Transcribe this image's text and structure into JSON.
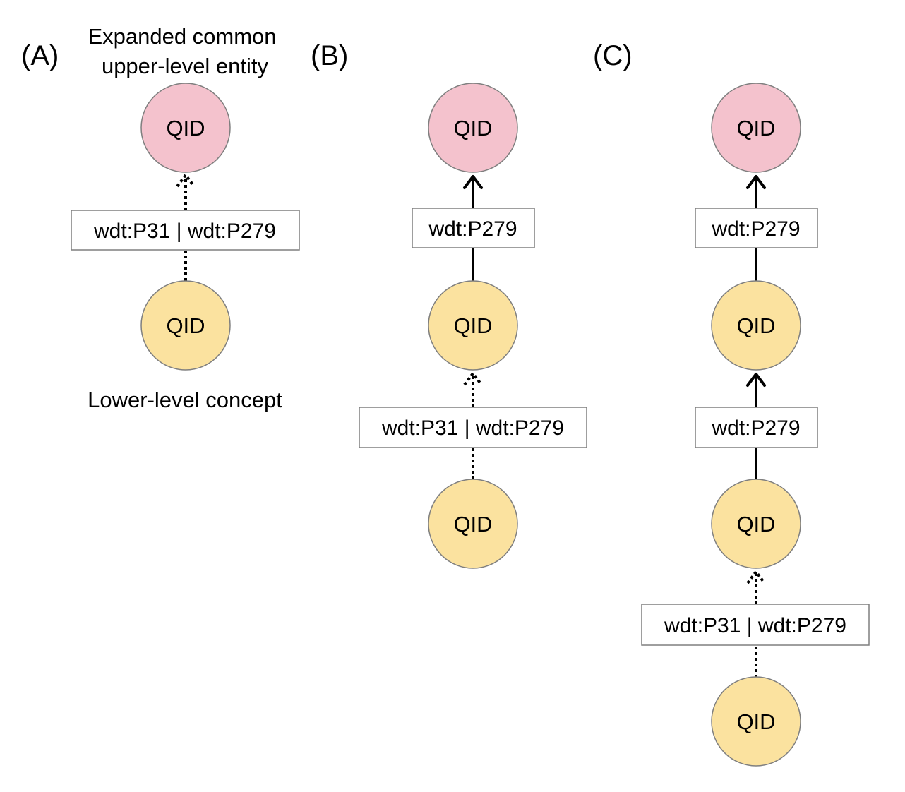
{
  "panels": [
    {
      "label": "(A)",
      "top_caption": [
        "Expanded common",
        "upper-level entity"
      ],
      "bottom_caption": "Lower-level concept",
      "nodes": [
        {
          "text": "QID",
          "role": "upper",
          "color": "#f4c2cd"
        },
        {
          "text": "QID",
          "role": "lower",
          "color": "#fbe29f"
        }
      ],
      "edges": [
        {
          "label": "wdt:P31 | wdt:P279",
          "style": "dotted"
        }
      ]
    },
    {
      "label": "(B)",
      "nodes": [
        {
          "text": "QID",
          "role": "upper",
          "color": "#f4c2cd"
        },
        {
          "text": "QID",
          "role": "lower",
          "color": "#fbe29f"
        },
        {
          "text": "QID",
          "role": "lower",
          "color": "#fbe29f"
        }
      ],
      "edges": [
        {
          "label": "wdt:P279",
          "style": "solid"
        },
        {
          "label": "wdt:P31 | wdt:P279",
          "style": "dotted"
        }
      ]
    },
    {
      "label": "(C)",
      "nodes": [
        {
          "text": "QID",
          "role": "upper",
          "color": "#f4c2cd"
        },
        {
          "text": "QID",
          "role": "lower",
          "color": "#fbe29f"
        },
        {
          "text": "QID",
          "role": "lower",
          "color": "#fbe29f"
        },
        {
          "text": "QID",
          "role": "lower",
          "color": "#fbe29f"
        }
      ],
      "edges": [
        {
          "label": "wdt:P279",
          "style": "solid"
        },
        {
          "label": "wdt:P279",
          "style": "solid"
        },
        {
          "label": "wdt:P31 | wdt:P279",
          "style": "dotted"
        }
      ]
    }
  ]
}
